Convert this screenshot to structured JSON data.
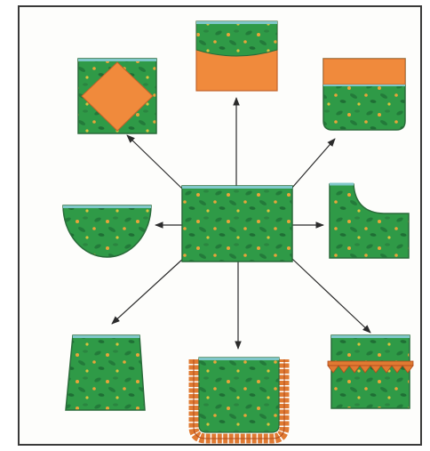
{
  "colors": {
    "fabric": "#2f9a47",
    "fabric_dark": "#1e6e34",
    "fabric_edge": "#2a6b3a",
    "fabric_top": "#7fc7c9",
    "fabric_leaf": "#2a7d3c",
    "fabric_dot": "#e8a43a",
    "trim": "#f08a3c",
    "ruffle": "#e07a32",
    "ruffle_edge": "#b04a1c",
    "arrow": "#2b2b2b",
    "frame": "#3a3a3a"
  },
  "diagram": {
    "center": {
      "name": "fabric-swatch-center",
      "shape": "rectangle"
    },
    "variations": [
      {
        "name": "swatch-diamond-inset",
        "shape": "square with orange diamond inset"
      },
      {
        "name": "swatch-scalloped-top-band",
        "shape": "orange lower panel under curved green top"
      },
      {
        "name": "swatch-top-band",
        "shape": "orange top band with rounded lower corners"
      },
      {
        "name": "swatch-half-circle",
        "shape": "half circle"
      },
      {
        "name": "swatch-corner-cutout",
        "shape": "rectangle with concave corner cut"
      },
      {
        "name": "swatch-trapezoid",
        "shape": "trapezoid"
      },
      {
        "name": "swatch-ruffle-border",
        "shape": "pocket with ruffled border"
      },
      {
        "name": "swatch-ruffle-band",
        "shape": "rectangle with ruffle band"
      }
    ]
  }
}
